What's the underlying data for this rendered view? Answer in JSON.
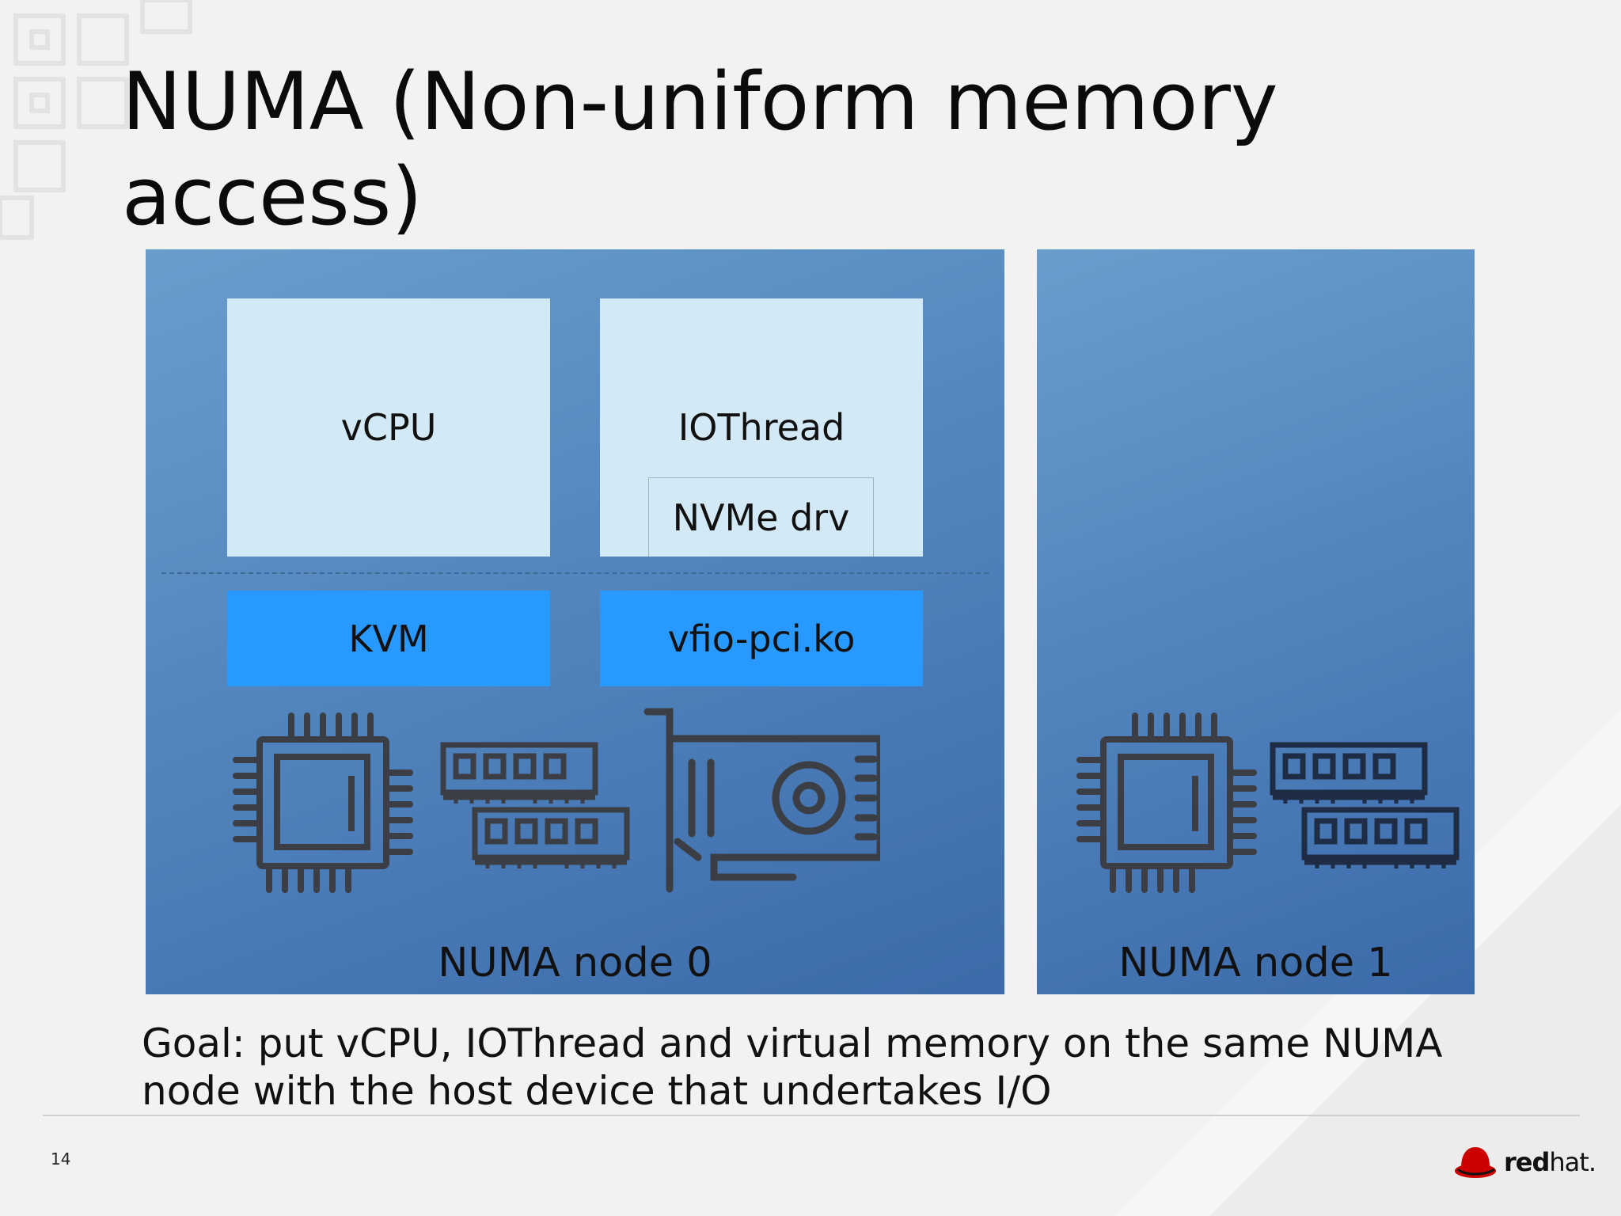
{
  "slide": {
    "title": "NUMA (Non-uniform memory access)",
    "goal": "Goal: put vCPU, IOThread and virtual memory on the same NUMA node with the host device that undertakes I/O",
    "page_number": "14"
  },
  "node0": {
    "label": "NUMA node 0",
    "vcpu_label": "vCPU",
    "iothread_label": "IOThread",
    "nvme_label": "NVMe drv",
    "kvm_label": "KVM",
    "vfio_label": "vfio-pci.ko"
  },
  "node1": {
    "label": "NUMA node 1"
  },
  "logo": {
    "brand_bold": "red",
    "brand_light": "hat."
  },
  "icons": [
    "cpu-chip-icon",
    "memory-modules-icon",
    "pci-card-icon"
  ],
  "colors": {
    "node_blue": "#5386be",
    "light_box": "#d3e9f5",
    "kernel_box": "#2899ff",
    "icon_stroke": "#3b3f45",
    "logo_red": "#cc0000"
  }
}
